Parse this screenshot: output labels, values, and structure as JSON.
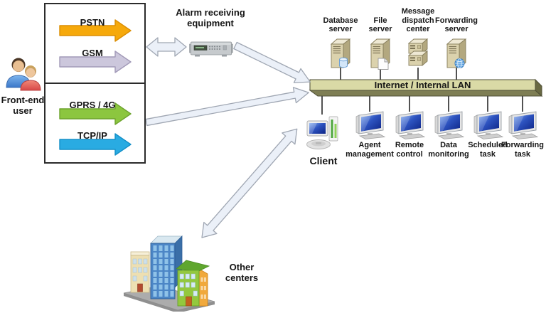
{
  "frontend_user": {
    "label": "Front-end\nuser"
  },
  "access_box": {
    "top_channels": [
      {
        "label": "PSTN",
        "fill": "#F6A90B",
        "stroke": "#DB8E04"
      },
      {
        "label": "GSM",
        "fill": "#CCC7DC",
        "stroke": "#A29AB8"
      }
    ],
    "bottom_channels": [
      {
        "label": "GPRS / 4G",
        "fill": "#8CC63F",
        "stroke": "#6EA42F"
      },
      {
        "label": "TCP/IP",
        "fill": "#29ABE2",
        "stroke": "#1590C8"
      }
    ]
  },
  "alarm_equipment": {
    "label": "Alarm receiving\nequipment"
  },
  "lan_bar": {
    "label": "Internet / Internal LAN",
    "top_color": "#DADAA6",
    "front_color": "#7E7E54",
    "bevel_color": "#696942",
    "edge_color": "#4E4E35"
  },
  "servers": [
    {
      "label": "Database\nserver"
    },
    {
      "label": "File\nserver"
    },
    {
      "label": "Message\ndispatch\ncenter"
    },
    {
      "label": "Forwarding\nserver"
    }
  ],
  "client": {
    "label": "Client"
  },
  "workstations": [
    {
      "label": "Agent\nmanagement"
    },
    {
      "label": "Remote\ncontrol"
    },
    {
      "label": "Data\nmonitoring"
    },
    {
      "label": "Scheduled\ntask"
    },
    {
      "label": "Forwarding\ntask"
    }
  ],
  "other_centers": {
    "label": "Other\ncenters"
  },
  "flow_arrows": {
    "fill": "#EBF0F8",
    "stroke": "#9FA6B2"
  },
  "connectors": {
    "color": "#3F3F3F"
  }
}
